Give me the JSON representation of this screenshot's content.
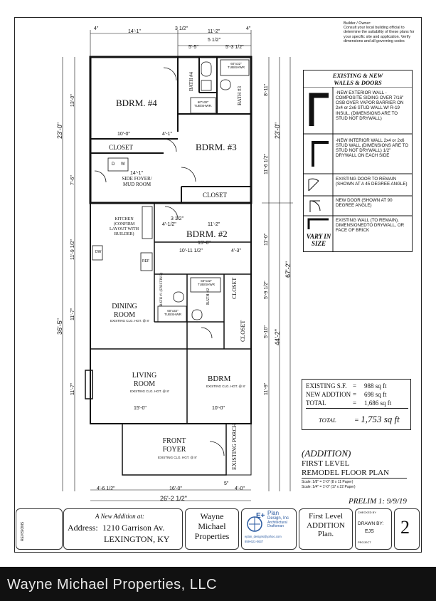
{
  "builder_note": "Builder / Owner:\nConsult your local building official to determine the suitability of these plans for your specific site and application. Verify dimensions and all governing codes",
  "rooms": {
    "bdrm4": "BDRM. #4",
    "bdrm3": "BDRM. #3",
    "bdrm2": "BDRM. #2",
    "bdrm": "BDRM",
    "bath4": "BATH #4",
    "bath3": "BATH #3",
    "bath2": "BATH #2",
    "bath1": "BATH #1 (EXISTING)",
    "closet_a": "CLOSET",
    "closet_b": "CLOSET",
    "closet_c": "CLOSET",
    "closet_d": "CLOSET",
    "side_foyer": "SIDE FOYER/ MUD ROOM",
    "kitchen": "KITCHEN (CONFIRM LAYOUT WITH BUILDER)",
    "dining": "DINING ROOM",
    "living": "LIVING ROOM",
    "front_foyer": "FRONT FOYER",
    "existing_porch": "EXISTING PORCH",
    "existing_clg": "EXISTING CLG. HGT. @ 8'",
    "tub1": "60\"x32\" TUB/SHWR",
    "tub2": "60\"x32\" TUB/SHWR.",
    "tub3": "60\"x32\" TUB/SHWR",
    "tub4": "60\"x32\" TUB/SHWR",
    "ref": "REF",
    "dw": "DW",
    "d": "D",
    "w": "W"
  },
  "dimensions": {
    "top_4a": "4\"",
    "top_14_1": "14'-1\"",
    "top_3_5": "3 1/2\"",
    "top_11_2": "11'-2\"",
    "top_4b": "4\"",
    "top_5_5": "5'-5\"",
    "top_5_3": "5'-3 1/2\"",
    "top_5_half": "5 1/2\"",
    "left_23": "23'-0\"",
    "left_13": "13'-0\"",
    "left_36_5": "36'-5\"",
    "left_11_9": "11'-9 1/2\"",
    "left_11_7a": "11'-7\"",
    "left_11_7b": "11'-7\"",
    "left_7_6": "7'-6\"",
    "right_23": "23'-0\"",
    "right_8_11": "8'-11\"",
    "right_11_6": "11'-6 1/2\"",
    "right_67_2": "67'-2\"",
    "right_44_2": "44'-2\"",
    "right_11_0": "11'-0\"",
    "right_9_12": "5'-9 1/2\"",
    "right_5_10": "5'-10\"",
    "right_11_9": "11'-9\"",
    "in_10_0a": "10'-0\"",
    "in_4_1": "4'-1\"",
    "in_14_1": "14'-1\"",
    "in_11_2": "11'-2\"",
    "in_15_6": "15'-6\"",
    "in_10_11": "10'-11 1/2\"",
    "in_3_half": "3 1/2\"",
    "in_4_3": "4'-3\"",
    "in_4_12": "4'-1/2\"",
    "in_15_0": "15'-0\"",
    "in_10_0b": "10'-0\"",
    "bot_4_6": "4'-6 1/2\"",
    "bot_16": "16'-0\"",
    "bot_4_0": "4'-0\"",
    "bot_5": "5\"",
    "bot_26_2": "26'-2 1/2\""
  },
  "legend": {
    "title_line1": "EXISTING & NEW",
    "title_line2": "WALLS & DOORS",
    "items": [
      {
        "text": "-NEW EXTERIOR WALL -COMPOSITE SIDING OVER 7/16\" OSB OVER VAPOR BARRIER ON 2x4 or 2x6 STUD WALL W/ R-19 INSUL. (DIMENSIONS ARE TO STUD NOT DRYWALL)"
      },
      {
        "text": "-NEW INTERIOR WALL 2x4 or 2x6 STUD WALL (DIMENSIONS ARE TO STUD NOT DRYWALL) 1/2\" DRYWALL ON EACH SIDE"
      },
      {
        "text": "EXISTING DOOR TO REMAIN (SHOWN AT A 45 DEGREE ANGLE)"
      },
      {
        "text": "NEW DOOR (SHOWN AT 90 DEGREE ANGLE)"
      },
      {
        "text": "EXISTING WALL (TO REMAIN). DIMENSIONEDTO DRYWALL, OR FACE OF BRICK"
      }
    ],
    "vary_label": "VARY IN SIZE"
  },
  "areas": {
    "rows": [
      {
        "label": "EXISTING S.F.",
        "eq": "=",
        "value": "988 sq ft"
      },
      {
        "label": "NEW ADDTION",
        "eq": "=",
        "value": "698 sq ft"
      },
      {
        "label": "TOTAL",
        "eq": "=",
        "value": "1,686 sq ft"
      }
    ],
    "total_label": "TOTAL",
    "total_value": "1,753 sq ft"
  },
  "plan_title": {
    "addition": "(ADDITION)",
    "line1": "FIRST LEVEL",
    "line2": "REMODEL FLOOR PLAN",
    "scale1": "Scale: 1/8\" = 1'-0\" (8 x 11 Paper)",
    "scale2": "Scale: 1/4\" = 1'-0\" (17 x 22 Paper)",
    "prelim": "PRELIM 1: 9/9/19"
  },
  "title_block": {
    "revisions": "REVISIONS",
    "new_addition": "A New Addition at:",
    "address_label": "Address:",
    "address": "1210 Garrison Av.",
    "city": "LEXINGTON, KY",
    "company_line1": "Wayne",
    "company_line2": "Michael",
    "company_line3": "Properties",
    "designer_line1": "Plan",
    "designer_line2": "Design, Inc",
    "designer_line3": "Architectural Draftsman",
    "designer_email": "eplan_designs@yahoo.com",
    "designer_phone": "859-621-0637",
    "sheet_name1": "First Level",
    "sheet_name2": "ADDITION",
    "sheet_name3": "Plan.",
    "checked_by": "CHECKED BY",
    "drawn_by": "DRAWN BY:",
    "drawn_initials": "EJS",
    "project": "PROJECT",
    "sheet_number": "2"
  },
  "watermark": "Wayne Michael Properties, LLC"
}
